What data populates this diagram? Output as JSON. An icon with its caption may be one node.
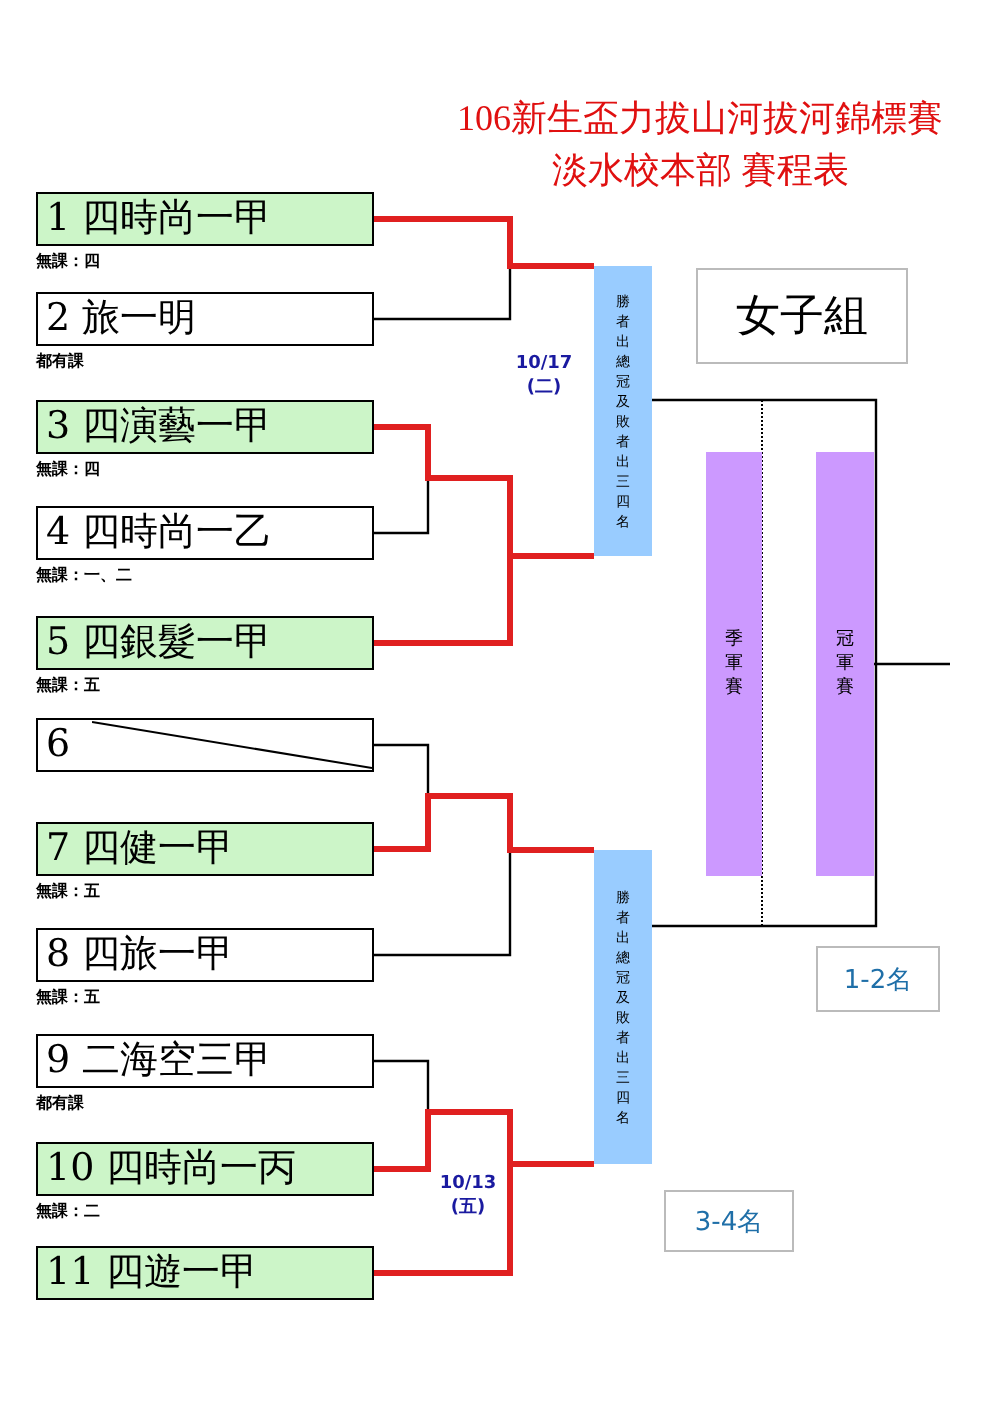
{
  "diagram": {
    "title": "106新生盃力拔山河拔河錦標賽淡水校本部 賽程表",
    "nodes": [
      {
        "text": [
          "1 四時尚一甲"
        ],
        "beside": [
          "無課：四"
        ]
      },
      {
        "text": [
          "2 旅一明"
        ],
        "beside": [
          "都有課"
        ]
      },
      {
        "text": [
          "3 四演藝一甲"
        ],
        "beside": [
          "無課：四"
        ]
      },
      {
        "text": [
          "4 四時尚一乙"
        ],
        "beside": [
          "無課：一、二"
        ]
      },
      {
        "text": [
          "5 四銀髮一甲"
        ],
        "beside": [
          "無課：五"
        ]
      },
      {
        "text": [
          "6"
        ]
      },
      {
        "text": [
          "7 四健一甲"
        ],
        "beside": [
          "無課：五"
        ]
      },
      {
        "text": [
          "8 四旅一甲"
        ],
        "beside": [
          "無課：五"
        ]
      },
      {
        "text": [
          "9 二海空三甲"
        ],
        "beside": [
          "都有課"
        ]
      },
      {
        "text": [
          "10 四時尚一丙"
        ],
        "beside": [
          "無課：二"
        ]
      },
      {
        "text": [
          "11 四遊一甲"
        ]
      },
      {
        "text": [
          "勝者出總冠及敗者出三四名"
        ]
      },
      {
        "text": [
          "勝者出總冠及敗者出三四名"
        ]
      },
      {
        "text": [
          "女子組"
        ]
      },
      {
        "text": [
          "季軍賽"
        ]
      },
      {
        "text": [
          "冠軍賽"
        ]
      },
      {
        "text": [
          "1-2名"
        ]
      },
      {
        "text": [
          "3-4名"
        ]
      }
    ],
    "edges": [
      {
        "from": 0,
        "to": 11,
        "arrow": "none",
        "style": "thick",
        "color": "#e02020"
      },
      {
        "from": 1,
        "to": 11,
        "arrow": "none",
        "color": "#000000"
      },
      {
        "from": 2,
        "to": 11,
        "arrow": "none",
        "style": "thick",
        "color": "#e02020"
      },
      {
        "from": 3,
        "to": 11,
        "arrow": "none",
        "color": "#000000"
      },
      {
        "from": 4,
        "to": 11,
        "arrow": "none",
        "style": "thick",
        "color": "#e02020"
      },
      {
        "from": 5,
        "to": 12,
        "arrow": "none",
        "color": "#000000"
      },
      {
        "from": 6,
        "to": 12,
        "arrow": "none",
        "style": "thick",
        "color": "#e02020"
      },
      {
        "from": 7,
        "to": 12,
        "arrow": "none",
        "color": "#000000"
      },
      {
        "from": 8,
        "to": 12,
        "arrow": "none",
        "color": "#000000"
      },
      {
        "from": 9,
        "to": 12,
        "arrow": "none",
        "style": "thick",
        "color": "#e02020"
      },
      {
        "from": 10,
        "to": 12,
        "arrow": "none",
        "style": "thick",
        "color": "#e02020"
      },
      {
        "from": 11,
        "to": 12,
        "arrow": "none",
        "color": "#000000"
      },
      {
        "from": 15,
        "to": null,
        "arrow": "none",
        "color": "#000000"
      }
    ],
    "labels": [
      "10/17 (二)",
      "10/13(五)"
    ]
  }
}
